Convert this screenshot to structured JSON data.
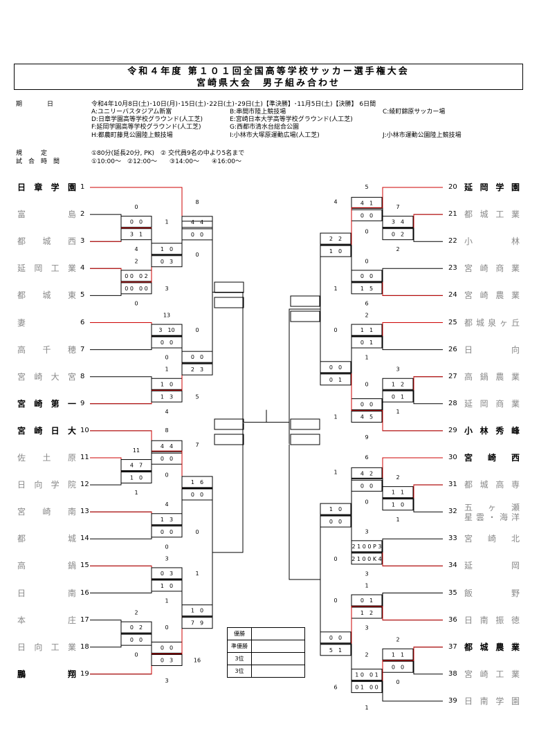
{
  "title": {
    "line1": "令和４年度 第１０１回全国高等学校サッカー選手権大会",
    "line2": "宮崎県大会　男子組み合わせ"
  },
  "schedule": {
    "label": "期　　　　日",
    "dates": "令和4年10月8日(土)･10日(月)･15日(土)･22日(土)･29日(土)【準決勝】･11月5日(土)【決勝】 6日間",
    "venues": [
      "A:ユニリーバスタジアム新富",
      "B:串間市陸上競技場",
      "C:綾町錦原サッカー場",
      "D:日章学園高等学校グラウンド(人工芝)",
      "E:宮崎日本大学高等学校グラウンド(人工芝)",
      "F:延岡学園高等学校グラウンド(人工芝)",
      "G:西都市清水台総合公園",
      "H:都農町藤見公園陸上競技場",
      "I:小林市大塚原運動広場(人工芝)",
      "J:小林市運動公園陸上競技場"
    ]
  },
  "rules": {
    "label": "規　　　定",
    "text": "①80分(延長20分, PK)　② 交代員9名の中より5名まで"
  },
  "times": {
    "label": "試　合　時　間",
    "text": "①10:00～　②12:00～　　③14:00～　　④16:00～"
  },
  "teams_left": [
    {
      "seed": "1",
      "name": "日章学園",
      "style": "strong"
    },
    {
      "seed": "2",
      "name": "富島",
      "style": "dim"
    },
    {
      "seed": "3",
      "name": "都城西",
      "style": "dim"
    },
    {
      "seed": "4",
      "name": "延岡工業",
      "style": "dim"
    },
    {
      "seed": "5",
      "name": "都城東",
      "style": "dim"
    },
    {
      "seed": "6",
      "name": "妻",
      "style": "dim"
    },
    {
      "seed": "7",
      "name": "高千穂",
      "style": "dim"
    },
    {
      "seed": "8",
      "name": "宮崎大宮",
      "style": "dim"
    },
    {
      "seed": "9",
      "name": "宮崎第一",
      "style": "strong"
    },
    {
      "seed": "10",
      "name": "宮崎日大",
      "style": "strong"
    },
    {
      "seed": "11",
      "name": "佐土原",
      "style": "dim"
    },
    {
      "seed": "12",
      "name": "日向学院",
      "style": "dim"
    },
    {
      "seed": "13",
      "name": "宮崎南",
      "style": "dim"
    },
    {
      "seed": "14",
      "name": "都城",
      "style": "dim"
    },
    {
      "seed": "15",
      "name": "高鍋",
      "style": "dim"
    },
    {
      "seed": "16",
      "name": "日南",
      "style": "dim"
    },
    {
      "seed": "17",
      "name": "本庄",
      "style": "dim"
    },
    {
      "seed": "18",
      "name": "日向工業",
      "style": "dim"
    },
    {
      "seed": "19",
      "name": "鵬翔",
      "style": "strong"
    }
  ],
  "teams_right": [
    {
      "seed": "20",
      "name": "延岡学園",
      "style": "strong"
    },
    {
      "seed": "21",
      "name": "都城工業",
      "style": "dim"
    },
    {
      "seed": "22",
      "name": "小林",
      "style": "dim"
    },
    {
      "seed": "23",
      "name": "宮崎商業",
      "style": "dim"
    },
    {
      "seed": "24",
      "name": "宮崎農業",
      "style": "dim"
    },
    {
      "seed": "25",
      "name": "都城泉ヶ丘",
      "style": "dim"
    },
    {
      "seed": "26",
      "name": "日向",
      "style": "dim"
    },
    {
      "seed": "27",
      "name": "高鍋農業",
      "style": "dim"
    },
    {
      "seed": "28",
      "name": "延岡商業",
      "style": "dim"
    },
    {
      "seed": "29",
      "name": "小林秀峰",
      "style": "strong"
    },
    {
      "seed": "30",
      "name": "宮崎西",
      "style": "strong"
    },
    {
      "seed": "31",
      "name": "都城高専",
      "style": "dim"
    },
    {
      "seed": "32",
      "name": "五ヶ瀬",
      "name2": "星雲・海洋",
      "style": "dim"
    },
    {
      "seed": "33",
      "name": "宮崎北",
      "style": "dim"
    },
    {
      "seed": "34",
      "name": "延岡",
      "style": "dim"
    },
    {
      "seed": "35",
      "name": "飯野",
      "style": "dim"
    },
    {
      "seed": "36",
      "name": "日南振徳",
      "style": "dim"
    },
    {
      "seed": "37",
      "name": "都城農業",
      "style": "strong"
    },
    {
      "seed": "38",
      "name": "宮崎工業",
      "style": "dim"
    },
    {
      "seed": "39",
      "name": "日南学園",
      "style": "dim"
    }
  ],
  "scores": [
    {
      "id": "m1",
      "top": "0",
      "r1": "0　0",
      "r2": "3　1",
      "bottom": "4"
    },
    {
      "id": "m2",
      "top": "2",
      "r1": "0 0　0 2",
      "r2": "0 0　0 0",
      "bottom": "0"
    },
    {
      "id": "m3",
      "top": "1",
      "r1": "1　0",
      "r2": "0　3",
      "bottom": "3"
    },
    {
      "id": "m4",
      "top": "8",
      "r1": "4　4",
      "r2": "0　0",
      "bottom": "0"
    },
    {
      "id": "m5",
      "top": "13",
      "r1": "3　10",
      "r2": "0　0",
      "bottom": "0"
    },
    {
      "id": "m6",
      "top": "1",
      "r1": "1　0",
      "r2": "1　3",
      "bottom": "4"
    },
    {
      "id": "m7",
      "top": "0",
      "r1": "0　0",
      "r2": "2　3",
      "bottom": "5"
    },
    {
      "id": "m8",
      "top": "11",
      "r1": "4　7",
      "r2": "1　0",
      "bottom": "1"
    },
    {
      "id": "m9",
      "top": "8",
      "r1": "4　4",
      "r2": "0　0",
      "bottom": "0"
    },
    {
      "id": "m10",
      "top": "7",
      "r1": "1　6",
      "r2": "0　0",
      "bottom": "0"
    },
    {
      "id": "m11",
      "top": "4",
      "r1": "1　3",
      "r2": "0　0",
      "bottom": "0"
    },
    {
      "id": "m12",
      "top": "3",
      "r1": "0　3",
      "r2": "1　0",
      "bottom": "1"
    },
    {
      "id": "m13",
      "top": "2",
      "r1": "0　2",
      "r2": "0　0",
      "bottom": "0"
    },
    {
      "id": "m14",
      "top": "0",
      "r1": "0　0",
      "r2": "0　3",
      "bottom": "3"
    },
    {
      "id": "m15",
      "top": "1",
      "r1": "1　0",
      "r2": "7　9",
      "bottom": "16"
    },
    {
      "id": "m16",
      "top": "5",
      "r1": "4　1",
      "r2": "0　0",
      "bottom": "0"
    },
    {
      "id": "m17",
      "top": "7",
      "r1": "3　4",
      "r2": "0　2",
      "bottom": "2"
    },
    {
      "id": "m18",
      "top": "4",
      "r1": "2　2",
      "r2": "1　0",
      "bottom": "1"
    },
    {
      "id": "m19",
      "top": "0",
      "r1": "0　0",
      "r2": "1　5",
      "bottom": "6"
    },
    {
      "id": "m20",
      "top": "2",
      "r1": "1　1",
      "r2": "0　1",
      "bottom": "1"
    },
    {
      "id": "m21",
      "top": "3",
      "r1": "1　2",
      "r2": "0　1",
      "bottom": "1"
    },
    {
      "id": "m22",
      "top": "0",
      "r1": "0　0",
      "r2": "0　1",
      "bottom": "1"
    },
    {
      "id": "m23",
      "top": "0",
      "r1": "0　0",
      "r2": "4　5",
      "bottom": "9"
    },
    {
      "id": "m24",
      "top": "6",
      "r1": "4　2",
      "r2": "0　0",
      "bottom": "0"
    },
    {
      "id": "m25",
      "top": "2",
      "r1": "1　1",
      "r2": "1　0",
      "bottom": "1"
    },
    {
      "id": "m26",
      "top": "1",
      "r1": "1　0",
      "r2": "0　0",
      "bottom": "0"
    },
    {
      "id": "m27",
      "top": "3",
      "r1": "2 1 0 0 P 3",
      "r2": "2 1 0 0 K 4",
      "bottom": "3"
    },
    {
      "id": "m28",
      "top": "1",
      "r1": "0　1",
      "r2": "1　2",
      "bottom": "3"
    },
    {
      "id": "m29",
      "top": "2",
      "r1": "1　1",
      "r2": "0　0",
      "bottom": "0"
    },
    {
      "id": "m30",
      "top": "0",
      "r1": "0　0",
      "r2": "5　1",
      "bottom": "6"
    },
    {
      "id": "m31",
      "top": "2",
      "r1": "1 0　0 1",
      "r2": "0 1　0 0",
      "bottom": "1"
    }
  ],
  "result_table": [
    {
      "label": "優勝",
      "value": ""
    },
    {
      "label": "準優勝",
      "value": ""
    },
    {
      "label": "3位",
      "value": ""
    },
    {
      "label": "3位",
      "value": ""
    }
  ],
  "colors": {
    "winner_line": "#cc0000",
    "line": "#000000",
    "dim_text": "#888888"
  }
}
